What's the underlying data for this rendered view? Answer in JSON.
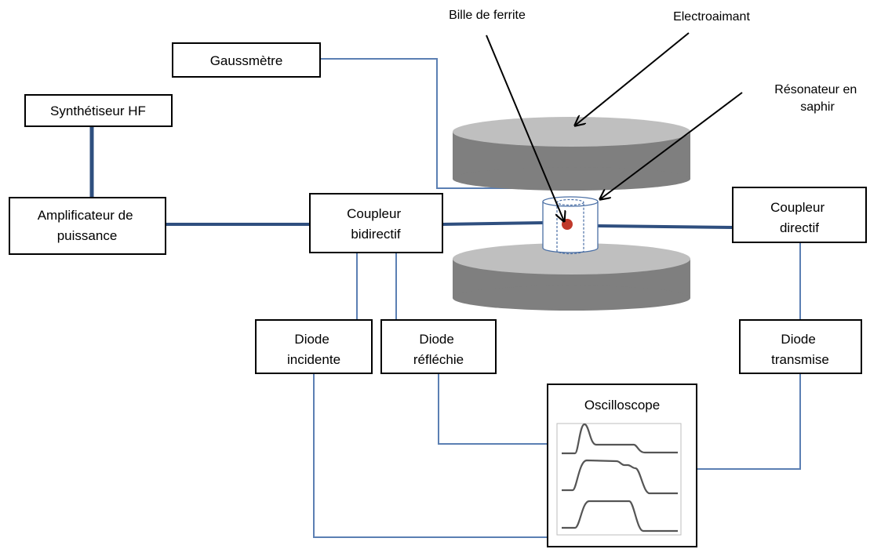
{
  "boxes": {
    "gaussmetre": [
      "Gaussmètre"
    ],
    "synthetiseur": [
      "Synthétiseur HF"
    ],
    "amplificateur": [
      "Amplificateur de",
      "puissance"
    ],
    "coupleur_bidirectif": [
      "Coupleur",
      "bidirectif"
    ],
    "coupleur_directif": [
      "Coupleur",
      "directif"
    ],
    "diode_incidente": [
      "Diode",
      "incidente"
    ],
    "diode_reflechie": [
      "Diode",
      "réfléchie"
    ],
    "diode_transmise": [
      "Diode",
      "transmise"
    ],
    "oscilloscope": "Oscilloscope"
  },
  "labels": {
    "bille": "Bille de ferrite",
    "electroaimant": "Electroaimant",
    "resonateur": [
      "Résonateur en",
      "saphir"
    ]
  },
  "colors": {
    "thick_line": "#2f4f7f",
    "thin_line": "#5b7fb3",
    "magnet_top": "#bfbfbf",
    "magnet_side": "#7f7f7f",
    "ferrite_ball": "#c0392b"
  }
}
